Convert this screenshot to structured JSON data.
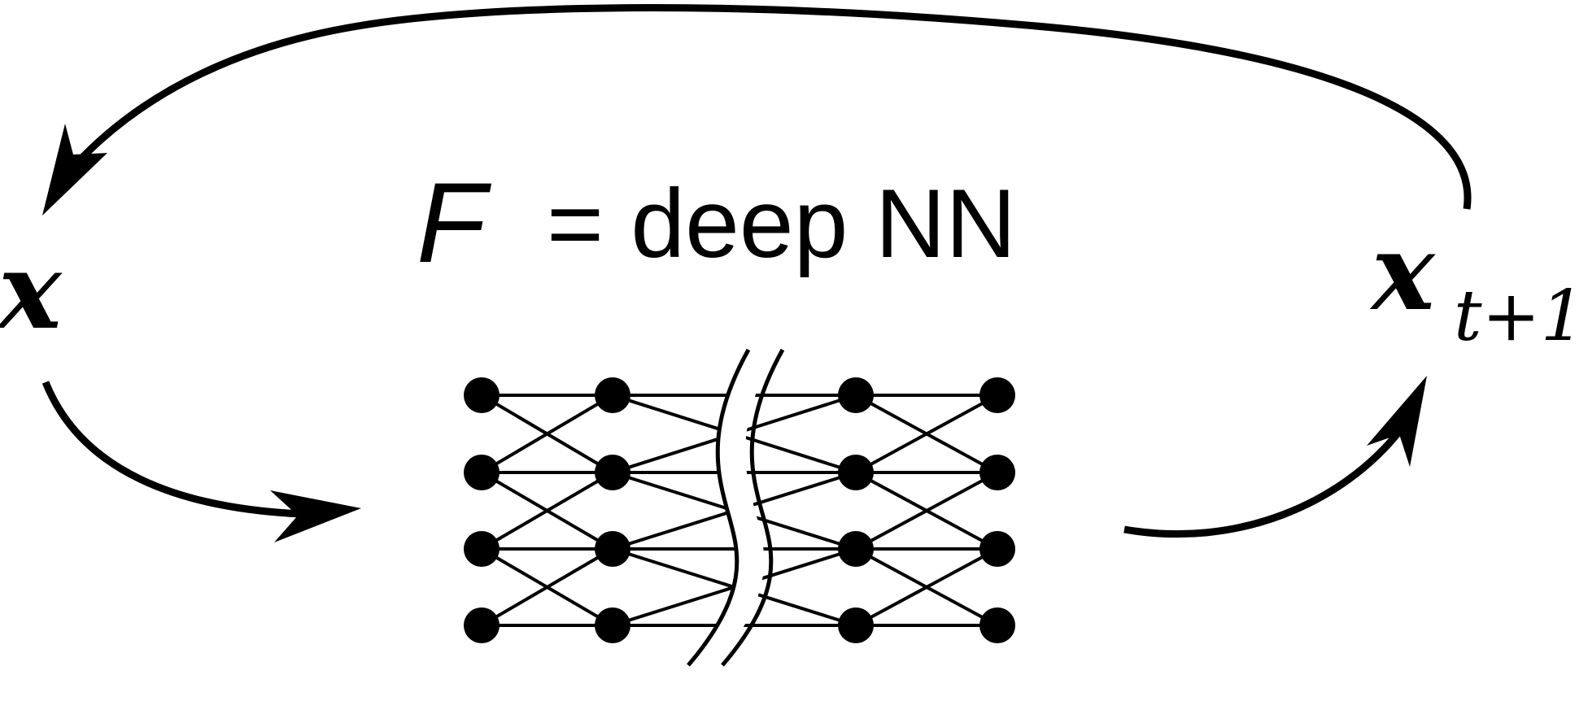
{
  "input_label": "x",
  "output_label": {
    "base": "x",
    "subscript": "t+1"
  },
  "title": {
    "symbol": "F",
    "rest": "= deep NN"
  },
  "network": {
    "columns": 4,
    "rows": 4,
    "node_color": "#000000",
    "has_break": true
  },
  "arrows": [
    {
      "name": "input-to-network",
      "direction": "right"
    },
    {
      "name": "network-to-output",
      "direction": "up-right"
    },
    {
      "name": "feedback-loop",
      "direction": "left"
    }
  ]
}
